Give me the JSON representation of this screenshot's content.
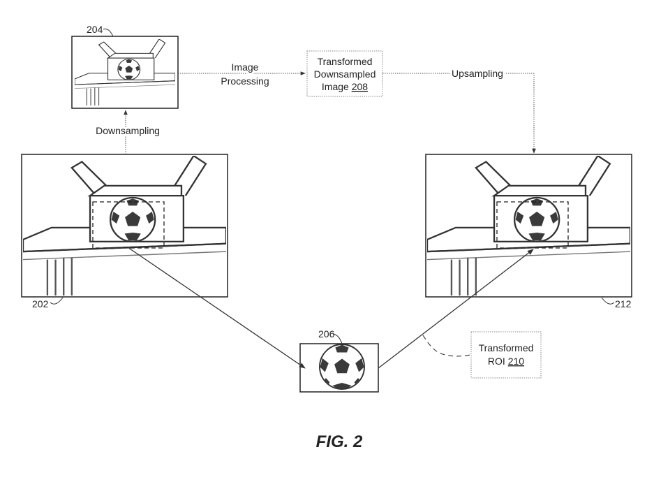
{
  "figure": {
    "caption": "FIG. 2",
    "refs": {
      "full_image": "202",
      "downsampled_image": "204",
      "roi": "206",
      "output_image": "212"
    },
    "steps": {
      "downsampling": "Downsampling",
      "image_processing_line1": "Image",
      "image_processing_line2": "Processing",
      "upsampling": "Upsampling"
    },
    "transformed_downsampled": {
      "line1": "Transformed",
      "line2": "Downsampled",
      "line3_text": "Image ",
      "line3_ref": "208"
    },
    "transformed_roi": {
      "line1": "Transformed",
      "line2_text": "ROI ",
      "line2_ref": "210"
    }
  },
  "colors": {
    "line": "#333333",
    "dotted_box": "#888888",
    "soccer_patch": "#3a3a3a"
  },
  "icons": {
    "scene": "box-with-soccer-ball-on-table",
    "ball": "soccer-ball"
  }
}
